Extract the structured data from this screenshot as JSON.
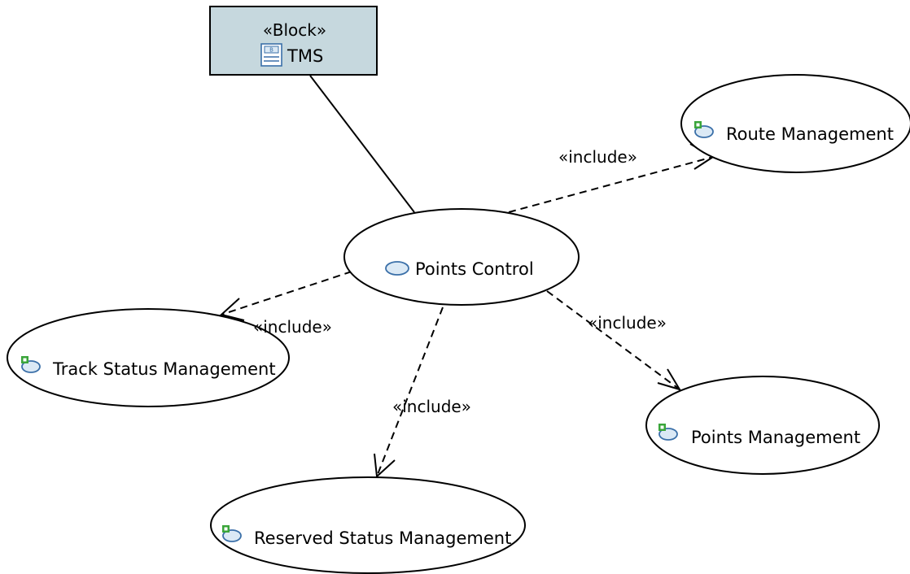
{
  "block": {
    "stereotype": "«Block»",
    "name": "TMS"
  },
  "usecases": {
    "points_control": "Points Control",
    "route_management": "Route Management",
    "track_status_management": "Track Status Management",
    "points_management": "Points Management",
    "reserved_status_management": "Reserved Status Management"
  },
  "relations": {
    "include_route": "«include»",
    "include_track": "«include»",
    "include_points": "«include»",
    "include_reserved": "«include»"
  },
  "colors": {
    "block_fill": "#c6d8de",
    "usecase_icon_fill": "#dbe9f5",
    "usecase_icon_stroke": "#3a6fa8",
    "include_marker_fill": "#3aa53a"
  },
  "icons": {
    "block": "block-icon",
    "usecase": "usecase-icon",
    "included_usecase": "included-usecase-icon"
  }
}
